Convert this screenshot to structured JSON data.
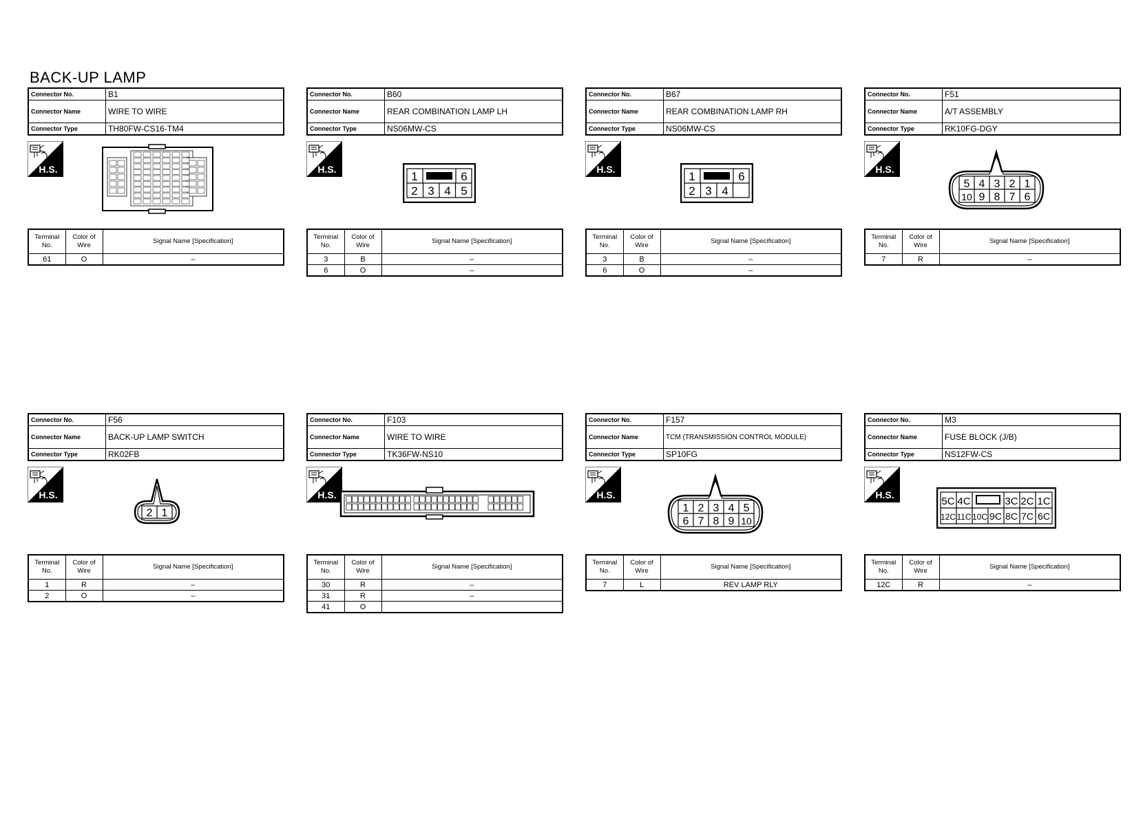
{
  "page_title": "BACK-UP LAMP",
  "labels": {
    "connector_no": "Connector No.",
    "connector_name": "Connector Name",
    "connector_type": "Connector Type",
    "terminal_no": "Terminal No.",
    "color_of_wire": "Color of Wire",
    "signal_name": "Signal Name [Specification]",
    "hs": "H.S."
  },
  "connectors": [
    {
      "no": "B1",
      "name": "WIRE TO WIRE",
      "type": "TH80FW-CS16-TM4",
      "terminals": [
        {
          "terminal": "61",
          "color": "O",
          "signal": "–"
        }
      ]
    },
    {
      "no": "B60",
      "name": "REAR COMBINATION LAMP LH",
      "type": "NS06MW-CS",
      "pins": {
        "top": [
          "1",
          "6"
        ],
        "bottom": [
          "2",
          "3",
          "4",
          "5"
        ]
      },
      "terminals": [
        {
          "terminal": "3",
          "color": "B",
          "signal": "–"
        },
        {
          "terminal": "6",
          "color": "O",
          "signal": "–"
        }
      ]
    },
    {
      "no": "B67",
      "name": "REAR COMBINATION LAMP RH",
      "type": "NS06MW-CS",
      "pins": {
        "top": [
          "1",
          "6"
        ],
        "bottom": [
          "2",
          "3",
          "4",
          ""
        ]
      },
      "terminals": [
        {
          "terminal": "3",
          "color": "B",
          "signal": "–"
        },
        {
          "terminal": "6",
          "color": "O",
          "signal": "–"
        }
      ]
    },
    {
      "no": "F51",
      "name": "A/T ASSEMBLY",
      "type": "RK10FG-DGY",
      "pins": {
        "top": [
          "5",
          "4",
          "3",
          "2",
          "1"
        ],
        "bottom": [
          "10",
          "9",
          "8",
          "7",
          "6"
        ]
      },
      "terminals": [
        {
          "terminal": "7",
          "color": "R",
          "signal": "–"
        }
      ]
    },
    {
      "no": "F56",
      "name": "BACK-UP LAMP SWITCH",
      "type": "RK02FB",
      "pins": {
        "top": [
          "2",
          "1"
        ]
      },
      "terminals": [
        {
          "terminal": "1",
          "color": "R",
          "signal": "–"
        },
        {
          "terminal": "2",
          "color": "O",
          "signal": "–"
        }
      ]
    },
    {
      "no": "F103",
      "name": "WIRE TO WIRE",
      "type": "TK36FW-NS10",
      "terminals": [
        {
          "terminal": "30",
          "color": "R",
          "signal": "–"
        },
        {
          "terminal": "31",
          "color": "R",
          "signal": "–"
        },
        {
          "terminal": "41",
          "color": "O",
          "signal": ""
        }
      ]
    },
    {
      "no": "F157",
      "name": "TCM (TRANSMISSION CONTROL MODULE)",
      "type": "SP10FG",
      "pins": {
        "top": [
          "1",
          "2",
          "3",
          "4",
          "5"
        ],
        "bottom": [
          "6",
          "7",
          "8",
          "9",
          "10"
        ]
      },
      "terminals": [
        {
          "terminal": "7",
          "color": "L",
          "signal": "REV LAMP RLY"
        }
      ]
    },
    {
      "no": "M3",
      "name": "FUSE BLOCK (J/B)",
      "type": "NS12FW-CS",
      "pins": {
        "top": [
          "5C",
          "4C",
          "",
          "3C",
          "2C",
          "1C"
        ],
        "bottom": [
          "12C",
          "11C",
          "10C",
          "9C",
          "8C",
          "7C",
          "6C"
        ]
      },
      "terminals": [
        {
          "terminal": "12C",
          "color": "R",
          "signal": "–"
        }
      ]
    }
  ]
}
